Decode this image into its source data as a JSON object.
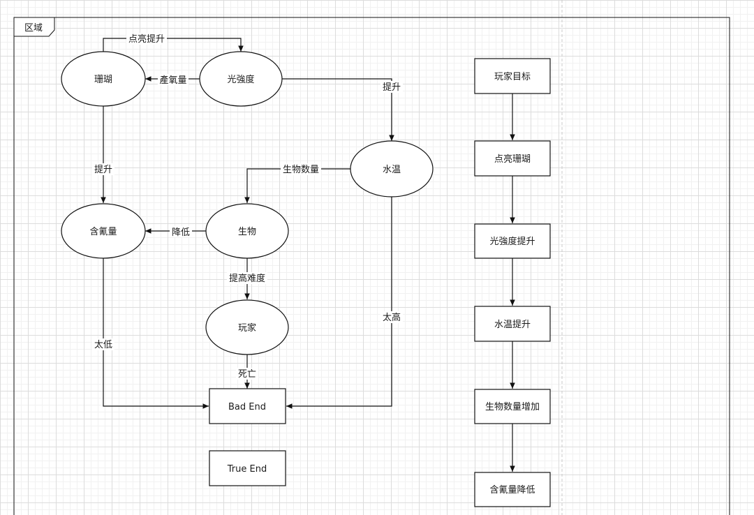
{
  "region": {
    "label": "区域"
  },
  "nodes": {
    "coral": "珊瑚",
    "light": "光強度",
    "water_temp": "水温",
    "chlorine": "含氰量",
    "creature": "生物",
    "player": "玩家",
    "bad_end": "Bad End",
    "true_end": "True End"
  },
  "edges": {
    "coral_to_light": "点亮提升",
    "light_to_coral": "產氧量",
    "light_to_temp": "提升",
    "coral_to_chlorine": "提升",
    "temp_to_creature": "生物数量",
    "creature_to_chlorine": "降低",
    "creature_to_player": "提高难度",
    "chlorine_to_badend": "太低",
    "player_to_badend": "死亡",
    "temp_to_badend": "太高"
  },
  "goals": {
    "items": [
      "玩家目标",
      "点亮珊瑚",
      "光強度提升",
      "水温提升",
      "生物数量增加",
      "含氰量降低"
    ]
  }
}
